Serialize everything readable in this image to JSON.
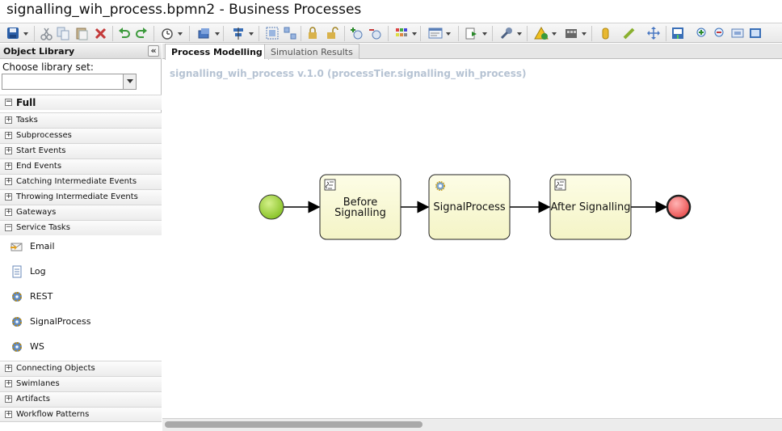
{
  "window": {
    "title": "signalling_wih_process.bpmn2 - Business Processes"
  },
  "toolbar": {
    "buttons": [
      {
        "name": "save-icon",
        "color": "#2b5fa8"
      },
      {
        "name": "cut-icon",
        "color": "#9aa0a8"
      },
      {
        "name": "copy-icon",
        "color": "#a8b6c8"
      },
      {
        "name": "paste-icon",
        "color": "#b8a890"
      },
      {
        "name": "delete-icon",
        "color": "#c43a3a"
      },
      {
        "name": "undo-icon",
        "color": "#3c9a3c"
      },
      {
        "name": "redo-icon",
        "color": "#3c9a3c"
      }
    ]
  },
  "sidebar": {
    "header": "Object Library",
    "collapse": "«",
    "library_label": "Choose library set:",
    "library_value": "",
    "sections": [
      {
        "label": "Full",
        "expanded": true
      },
      {
        "label": "Tasks"
      },
      {
        "label": "Subprocesses"
      },
      {
        "label": "Start Events"
      },
      {
        "label": "End Events"
      },
      {
        "label": "Catching Intermediate Events"
      },
      {
        "label": "Throwing Intermediate Events"
      },
      {
        "label": "Gateways"
      },
      {
        "label": "Service Tasks",
        "expanded": true
      }
    ],
    "service_tasks": [
      {
        "label": "Email",
        "icon": "email-icon"
      },
      {
        "label": "Log",
        "icon": "log-icon"
      },
      {
        "label": "REST",
        "icon": "gear-icon"
      },
      {
        "label": "SignalProcess",
        "icon": "gear-icon"
      },
      {
        "label": "WS",
        "icon": "gear-icon"
      }
    ],
    "sections_after": [
      {
        "label": "Connecting Objects"
      },
      {
        "label": "Swimlanes"
      },
      {
        "label": "Artifacts"
      },
      {
        "label": "Workflow Patterns"
      }
    ]
  },
  "tabs": [
    {
      "label": "Process Modelling",
      "active": true
    },
    {
      "label": "Simulation Results",
      "active": false
    }
  ],
  "canvas": {
    "process_title": "signalling_wih_process v.1.0 (processTier.signalling_wih_process)",
    "nodes": [
      {
        "type": "start-event",
        "label": ""
      },
      {
        "type": "script-task",
        "label": "Before Signalling"
      },
      {
        "type": "service-task",
        "label": "SignalProcess"
      },
      {
        "type": "script-task",
        "label": "After Signalling"
      },
      {
        "type": "end-event",
        "label": ""
      }
    ]
  },
  "colors": {
    "task_fill": "#fafad2",
    "start_fill": "#9fd341",
    "end_fill": "#ef6f6f",
    "title_color": "#b6c3d3"
  }
}
